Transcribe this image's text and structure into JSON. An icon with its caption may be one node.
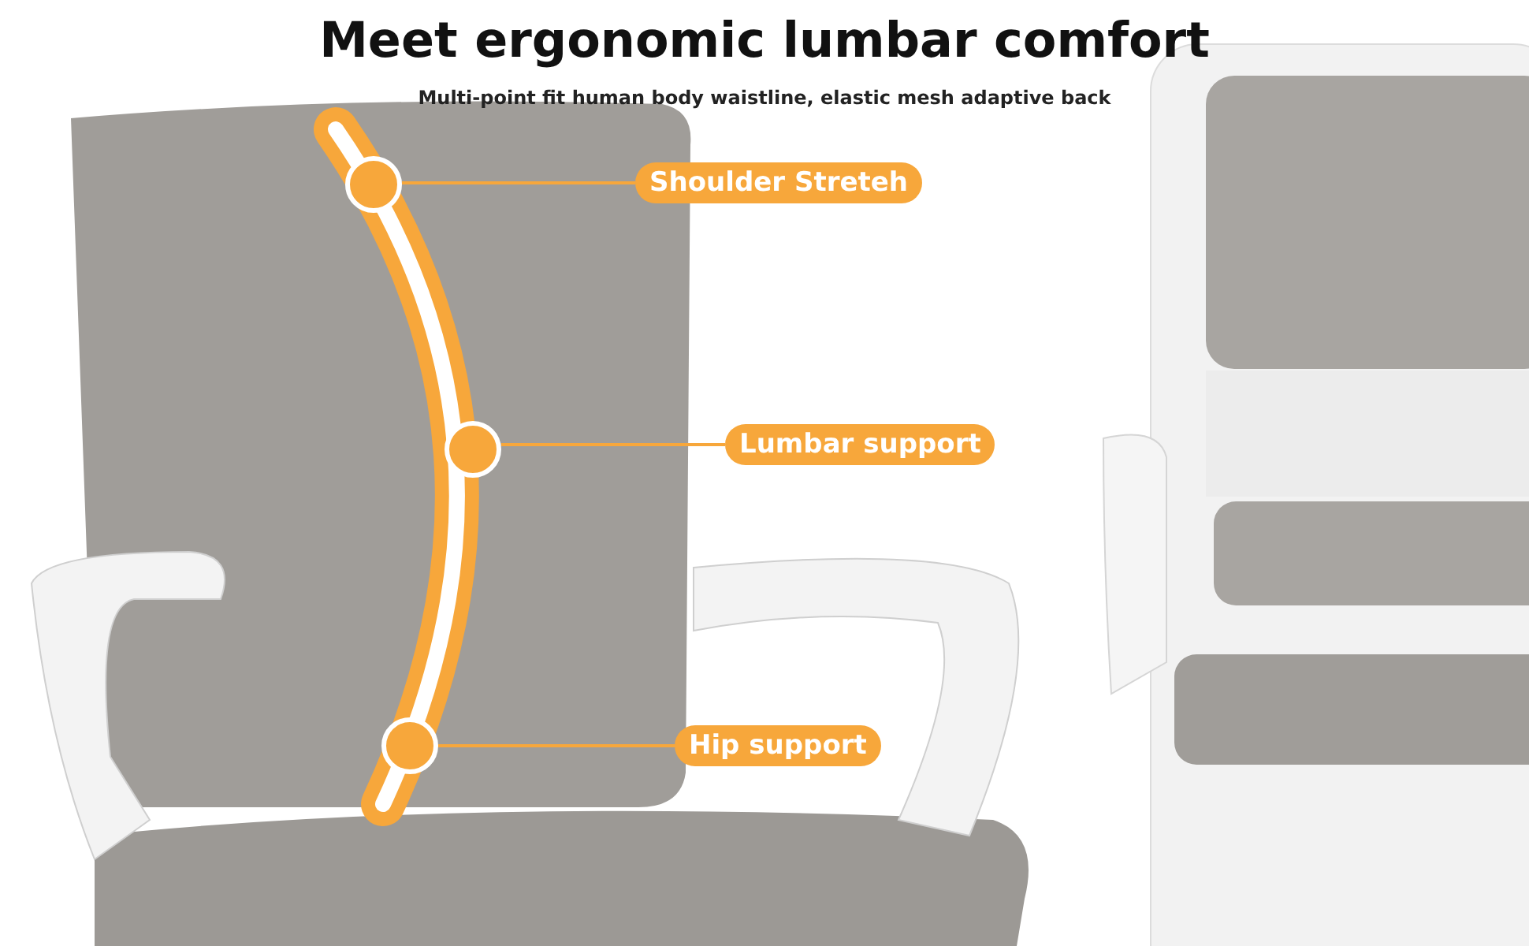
{
  "diagram": {
    "title": "Meet ergonomic lumbar comfort",
    "nodes": [
      {
        "text": [
          "Shoulder Streteh"
        ]
      },
      {
        "text": [],
        "shape": "circle"
      },
      {
        "text": [
          "Lumbar support"
        ]
      },
      {
        "text": [],
        "shape": "circle"
      },
      {
        "text": [
          "Hip support"
        ]
      },
      {
        "text": [],
        "shape": "circle"
      }
    ],
    "edges": [
      {
        "from": 0,
        "to": 1,
        "arrow": "none"
      },
      {
        "from": 2,
        "to": 3,
        "arrow": "none"
      },
      {
        "from": 4,
        "to": 5,
        "arrow": "none"
      }
    ],
    "labels": [
      "Multi-point fit human body waistline, elastic mesh adaptive back"
    ]
  }
}
